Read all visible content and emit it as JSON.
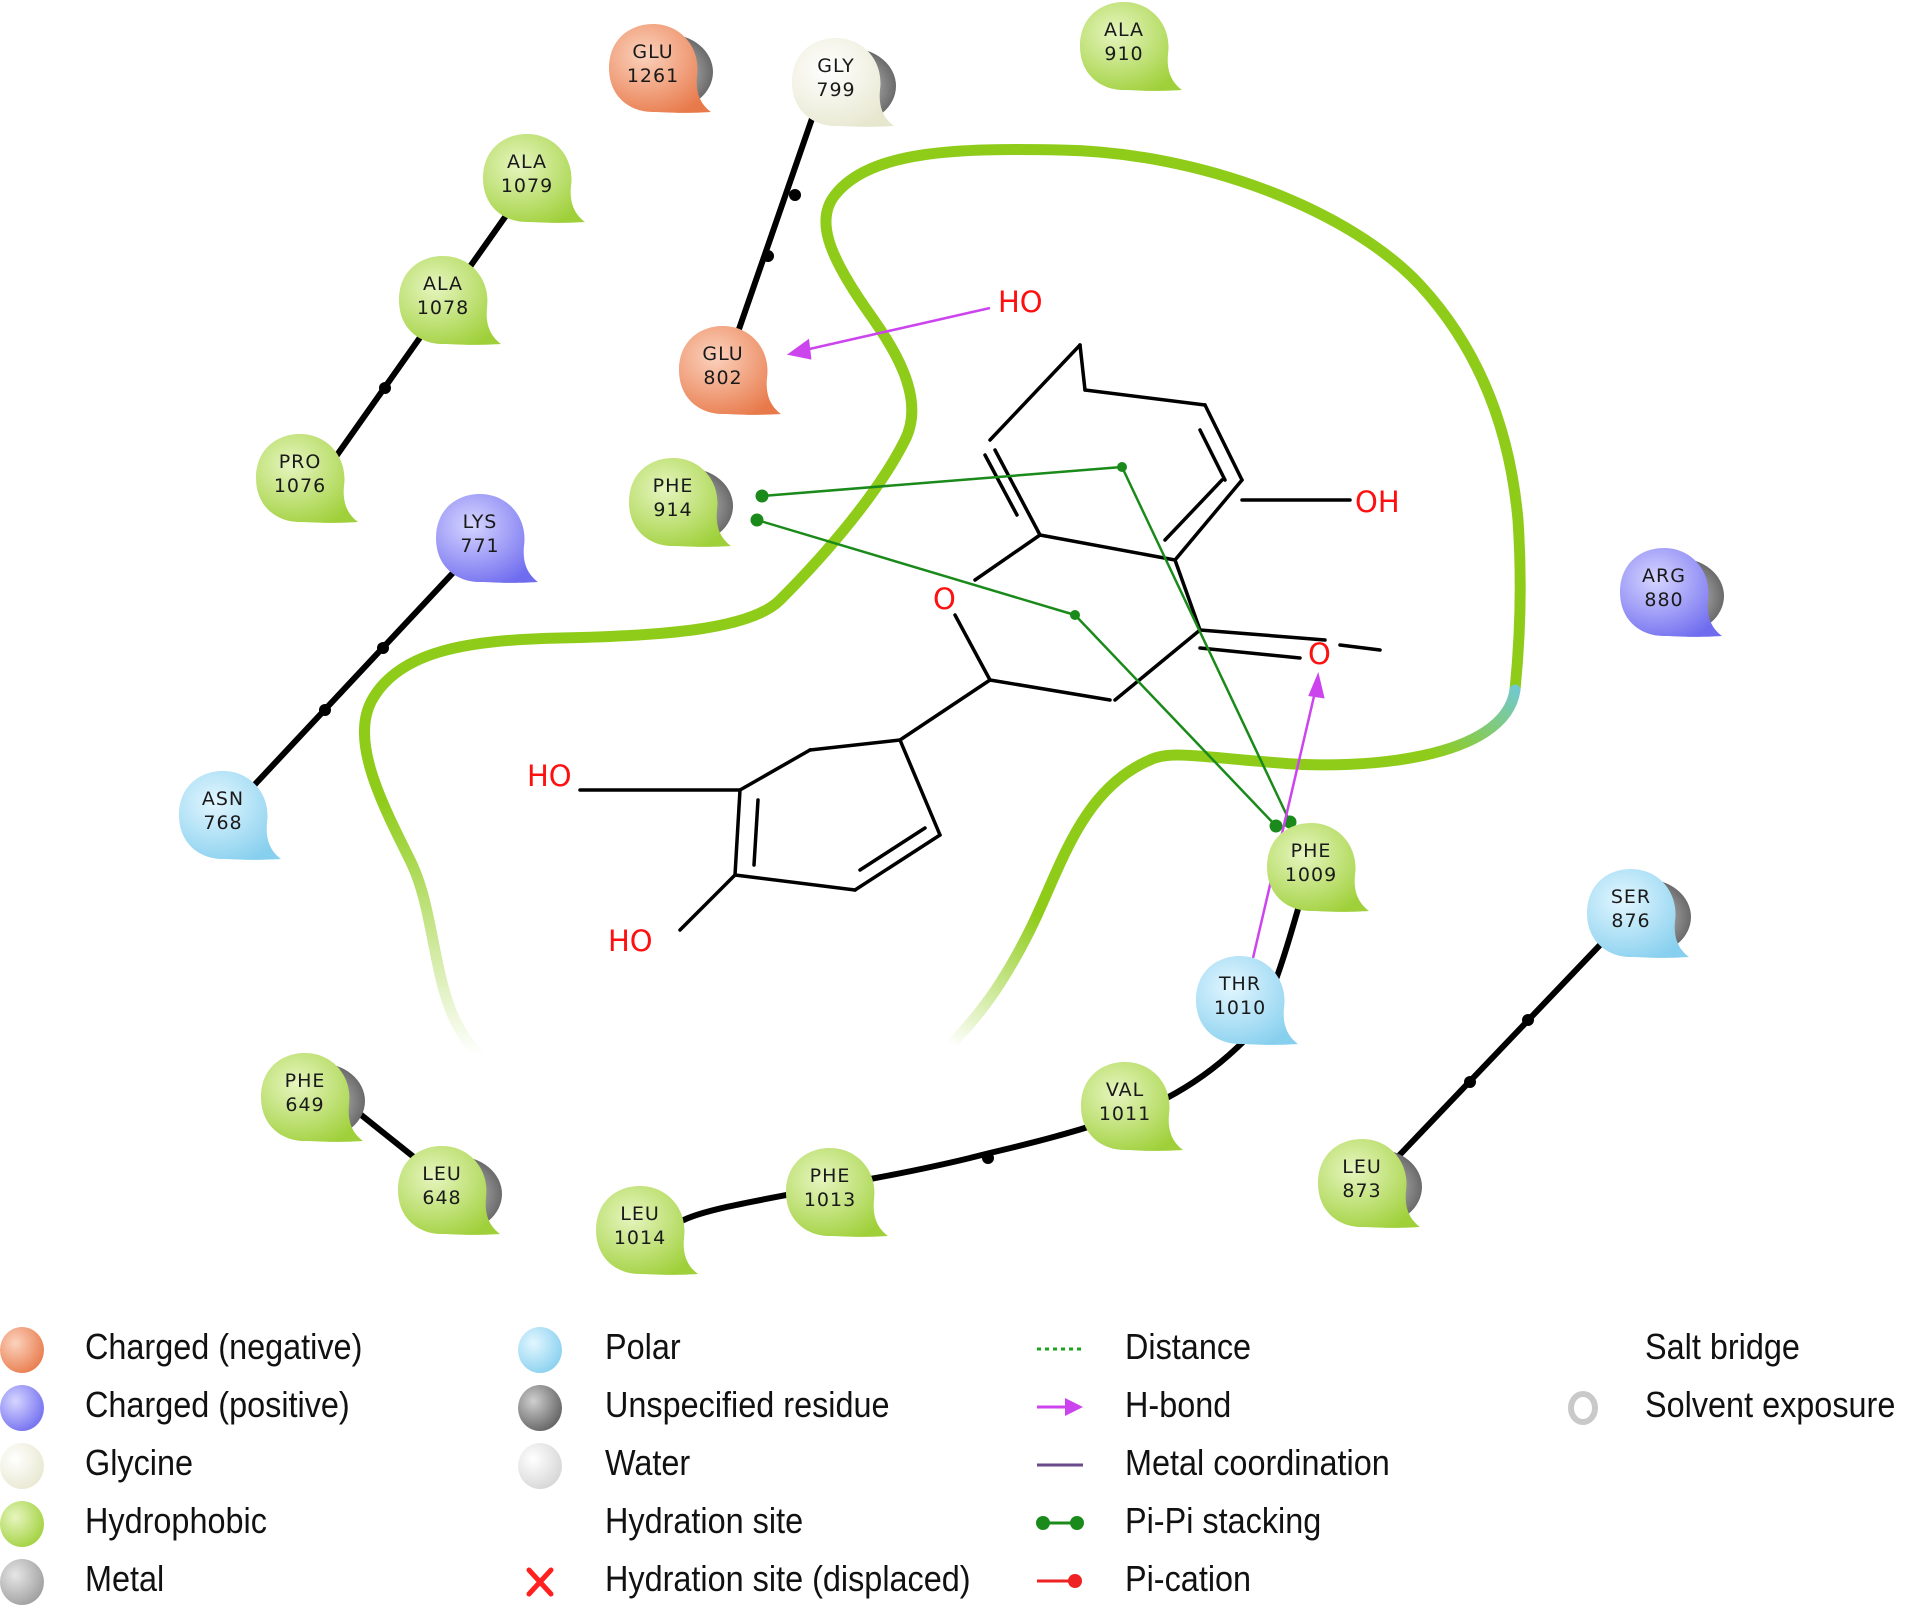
{
  "colors": {
    "charged_negative": "#e8794a",
    "charged_positive": "#7b78f0",
    "glycine": "#efefd9",
    "hydrophobic": "#a8d646",
    "metal": "#a8a8a8",
    "polar": "#8fd4f0",
    "unspecified": "#7a7a7a",
    "water": "#dedede",
    "pocket_green": "#8fcc1a",
    "pocket_blue": "#6ec8e8",
    "pipi": "#1a8a1a",
    "hbond": "#cc44ee",
    "atom_red": "#ff1010"
  },
  "residues": [
    {
      "id": "glu1261",
      "name": "GLU",
      "num": "1261",
      "cls": "charged_negative"
    },
    {
      "id": "gly799",
      "name": "GLY",
      "num": "799",
      "cls": "glycine"
    },
    {
      "id": "ala910",
      "name": "ALA",
      "num": "910",
      "cls": "hydrophobic"
    },
    {
      "id": "ala1079",
      "name": "ALA",
      "num": "1079",
      "cls": "hydrophobic"
    },
    {
      "id": "ala1078",
      "name": "ALA",
      "num": "1078",
      "cls": "hydrophobic"
    },
    {
      "id": "glu802",
      "name": "GLU",
      "num": "802",
      "cls": "charged_negative"
    },
    {
      "id": "pro1076",
      "name": "PRO",
      "num": "1076",
      "cls": "hydrophobic"
    },
    {
      "id": "phe914",
      "name": "PHE",
      "num": "914",
      "cls": "hydrophobic"
    },
    {
      "id": "lys771",
      "name": "LYS",
      "num": "771",
      "cls": "charged_positive"
    },
    {
      "id": "arg880",
      "name": "ARG",
      "num": "880",
      "cls": "charged_positive"
    },
    {
      "id": "asn768",
      "name": "ASN",
      "num": "768",
      "cls": "polar"
    },
    {
      "id": "phe1009",
      "name": "PHE",
      "num": "1009",
      "cls": "hydrophobic"
    },
    {
      "id": "ser876",
      "name": "SER",
      "num": "876",
      "cls": "polar"
    },
    {
      "id": "thr1010",
      "name": "THR",
      "num": "1010",
      "cls": "polar"
    },
    {
      "id": "val1011",
      "name": "VAL",
      "num": "1011",
      "cls": "hydrophobic"
    },
    {
      "id": "phe649",
      "name": "PHE",
      "num": "649",
      "cls": "hydrophobic"
    },
    {
      "id": "leu648",
      "name": "LEU",
      "num": "648",
      "cls": "hydrophobic"
    },
    {
      "id": "phe1013",
      "name": "PHE",
      "num": "1013",
      "cls": "hydrophobic"
    },
    {
      "id": "leu1014",
      "name": "LEU",
      "num": "1014",
      "cls": "hydrophobic"
    },
    {
      "id": "leu873",
      "name": "LEU",
      "num": "873",
      "cls": "hydrophobic"
    }
  ],
  "ligand_atoms": {
    "ho_top": "HO",
    "oh_right": "OH",
    "ring_o": "O",
    "carbonyl_o": "O",
    "ho_left": "HO",
    "ho_bottom": "HO"
  },
  "legend": {
    "col1": [
      {
        "label": "Charged (negative)",
        "icon": "charged-negative-swatch"
      },
      {
        "label": "Charged (positive)",
        "icon": "charged-positive-swatch"
      },
      {
        "label": "Glycine",
        "icon": "glycine-swatch"
      },
      {
        "label": "Hydrophobic",
        "icon": "hydrophobic-swatch"
      },
      {
        "label": "Metal",
        "icon": "metal-swatch"
      }
    ],
    "col2": [
      {
        "label": "Polar",
        "icon": "polar-swatch"
      },
      {
        "label": "Unspecified residue",
        "icon": "unspecified-swatch"
      },
      {
        "label": "Water",
        "icon": "water-swatch"
      },
      {
        "label": "Hydration site",
        "icon": "none"
      },
      {
        "label": "Hydration site (displaced)",
        "icon": "red-x-icon"
      }
    ],
    "col3": [
      {
        "label": "Distance",
        "icon": "dotted-line-icon"
      },
      {
        "label": "H-bond",
        "icon": "arrow-icon"
      },
      {
        "label": "Metal coordination",
        "icon": "line-icon"
      },
      {
        "label": "Pi-Pi stacking",
        "icon": "dumbbell-icon"
      },
      {
        "label": "Pi-cation",
        "icon": "pin-line-icon"
      }
    ],
    "col4": [
      {
        "label": "Salt bridge",
        "icon": "gradient-line-icon"
      },
      {
        "label": "Solvent exposure",
        "icon": "halo-icon"
      }
    ]
  }
}
